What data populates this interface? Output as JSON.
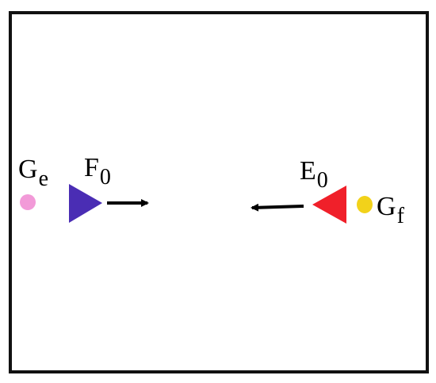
{
  "labels": {
    "ge": {
      "base": "G",
      "sub": "e"
    },
    "f0": {
      "base": "F",
      "sub": "0"
    },
    "e0": {
      "base": "E",
      "sub": "0"
    },
    "gf": {
      "base": "G",
      "sub": "f"
    }
  },
  "colors": {
    "ge_goal": "#f29ad8",
    "f0_agent": "#4a2db4",
    "e0_agent": "#f0202a",
    "gf_goal": "#f2d21a",
    "arrow": "#000000",
    "border": "#111111"
  },
  "icons": {
    "ge_goal": "pink-dot-icon",
    "f0_agent": "blue-triangle-right-icon",
    "e0_agent": "red-triangle-left-icon",
    "gf_goal": "yellow-dot-icon",
    "f0_arrow": "arrow-right-icon",
    "e0_arrow": "arrow-left-icon"
  }
}
